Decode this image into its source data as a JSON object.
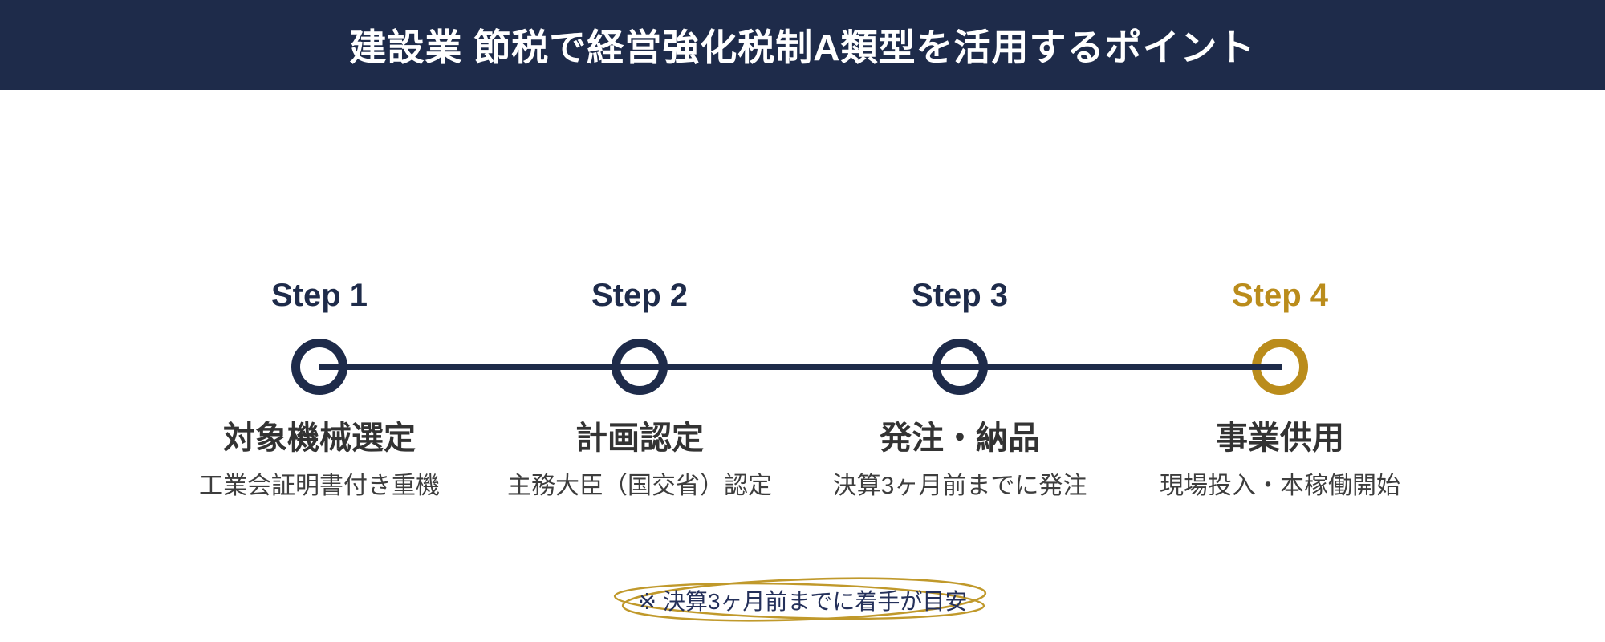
{
  "header": {
    "title": "建設業 節税で経営強化税制A類型を活用するポイント"
  },
  "colors": {
    "navy": "#1E2B4A",
    "gold": "#BA8C1B",
    "ellipse_gold": "#C0992B",
    "title_text": "#333333",
    "subtitle_text": "#3D3D3D",
    "header_text": "#FFFFFF",
    "background": "#FFFFFF"
  },
  "timeline": {
    "steps": [
      {
        "label": "Step 1",
        "title": "対象機械選定",
        "subtitle": "工業会証明書付き重機",
        "accent": "navy"
      },
      {
        "label": "Step 2",
        "title": "計画認定",
        "subtitle": "主務大臣（国交省）認定",
        "accent": "navy"
      },
      {
        "label": "Step 3",
        "title": "発注・納品",
        "subtitle": "決算3ヶ月前までに発注",
        "accent": "navy"
      },
      {
        "label": "Step 4",
        "title": "事業供用",
        "subtitle": "現場投入・本稼働開始",
        "accent": "gold"
      }
    ]
  },
  "note": {
    "text": "※ 決算3ヶ月前までに着手が目安"
  }
}
